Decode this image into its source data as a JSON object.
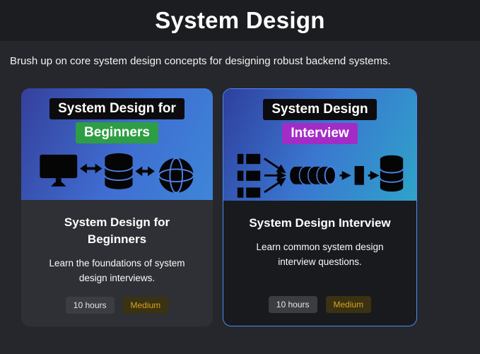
{
  "page": {
    "title": "System Design",
    "subtitle": "Brush up on core system design concepts for designing robust backend systems."
  },
  "colors": {
    "beginners_accent": "#2e9e44",
    "interview_accent": "#a42cc6",
    "selected_card_border": "#4c8bf5",
    "medium_badge_text": "#d8a31f",
    "banner_gradient_start": "#35409b",
    "banner_gradient_end": "#3e86d8"
  },
  "cards": [
    {
      "banner_line1": "System Design for",
      "banner_line2": "Beginners",
      "banner_line2_bg": "#2e9e44",
      "illustration": [
        "monitor-icon",
        "double-arrow-icon",
        "database-icon",
        "double-arrow-icon",
        "globe-icon"
      ],
      "title": "System Design for Beginners",
      "description": "Learn the foundations of system design interviews.",
      "badges": [
        {
          "label": "10 hours",
          "type": "hours"
        },
        {
          "label": "Medium",
          "type": "difficulty"
        }
      ]
    },
    {
      "banner_line1": "System Design",
      "banner_line2": "Interview",
      "banner_line2_bg": "#a42cc6",
      "illustration": [
        "list-items-icon",
        "converging-arrows-icon",
        "queue-pipe-icon",
        "arrow-icon",
        "server-icon",
        "arrow-icon",
        "database-icon"
      ],
      "title": "System Design Interview",
      "description": "Learn common system design interview questions.",
      "badges": [
        {
          "label": "10 hours",
          "type": "hours"
        },
        {
          "label": "Medium",
          "type": "difficulty"
        }
      ]
    }
  ]
}
